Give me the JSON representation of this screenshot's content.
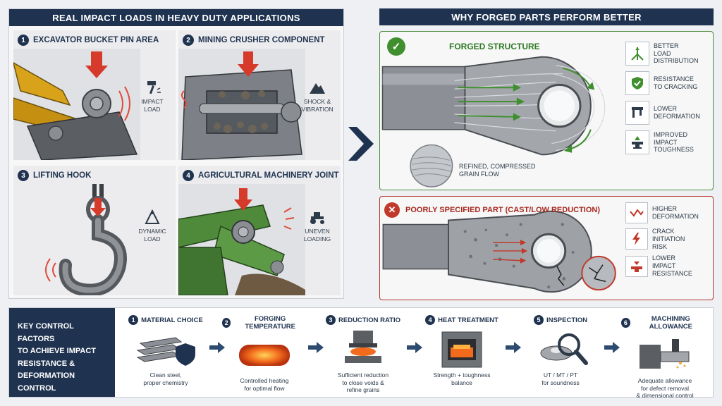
{
  "left": {
    "header": "REAL IMPACT LOADS IN HEAVY DUTY APPLICATIONS",
    "cells": [
      {
        "num": "1",
        "title": "EXCAVATOR BUCKET PIN AREA",
        "note_line1": "IMPACT",
        "note_line2": "LOAD"
      },
      {
        "num": "2",
        "title": "MINING CRUSHER COMPONENT",
        "note_line1": "SHOCK &",
        "note_line2": "VIBRATION"
      },
      {
        "num": "3",
        "title": "LIFTING HOOK",
        "note_line1": "DYNAMIC",
        "note_line2": "LOAD"
      },
      {
        "num": "4",
        "title": "AGRICULTURAL MACHINERY JOINT",
        "note_line1": "UNEVEN",
        "note_line2": "LOADING"
      }
    ]
  },
  "right": {
    "header": "WHY FORGED PARTS PERFORM BETTER",
    "good": {
      "title": "FORGED STRUCTURE",
      "grain_line1": "REFINED, COMPRESSED",
      "grain_line2": "GRAIN FLOW",
      "features": [
        {
          "l1": "BETTER",
          "l2": "LOAD",
          "l3": "DISTRIBUTION"
        },
        {
          "l1": "RESISTANCE",
          "l2": "TO CRACKING",
          "l3": ""
        },
        {
          "l1": "LOWER",
          "l2": "DEFORMATION",
          "l3": ""
        },
        {
          "l1": "IMPROVED",
          "l2": "IMPACT",
          "l3": "TOUGHNESS"
        }
      ]
    },
    "bad": {
      "title": "POORLY SPECIFIED PART (CAST/LOW REDUCTION)",
      "features": [
        {
          "l1": "HIGHER",
          "l2": "DEFORMATION",
          "l3": ""
        },
        {
          "l1": "CRACK",
          "l2": "INITIATION",
          "l3": "RISK"
        },
        {
          "l1": "LOWER",
          "l2": "IMPACT",
          "l3": "RESISTANCE"
        }
      ]
    }
  },
  "bottom": {
    "label_l1": "KEY CONTROL FACTORS",
    "label_l2": "TO ACHIEVE IMPACT",
    "label_l3": "RESISTANCE &",
    "label_l4": "DEFORMATION CONTROL",
    "steps": [
      {
        "num": "1",
        "title": "MATERIAL CHOICE",
        "d1": "Clean steel,",
        "d2": "proper chemistry",
        "d3": ""
      },
      {
        "num": "2",
        "title": "FORGING TEMPERATURE",
        "d1": "Controlled heating",
        "d2": "for optimal flow",
        "d3": ""
      },
      {
        "num": "3",
        "title": "REDUCTION RATIO",
        "d1": "Sufficient reduction",
        "d2": "to close voids &",
        "d3": "refine grains"
      },
      {
        "num": "4",
        "title": "HEAT TREATMENT",
        "d1": "Strength + toughness",
        "d2": "balance",
        "d3": ""
      },
      {
        "num": "5",
        "title": "INSPECTION",
        "d1": "UT / MT / PT",
        "d2": "for soundness",
        "d3": ""
      },
      {
        "num": "6",
        "title": "MACHINING ALLOWANCE",
        "d1": "Adequate allowance",
        "d2": "for defect removal",
        "d3": "& dimensional control"
      }
    ]
  },
  "colors": {
    "navy": "#1f3350",
    "green": "#3f8f2e",
    "red": "#c0392b",
    "yellow": "#d9a21b"
  }
}
